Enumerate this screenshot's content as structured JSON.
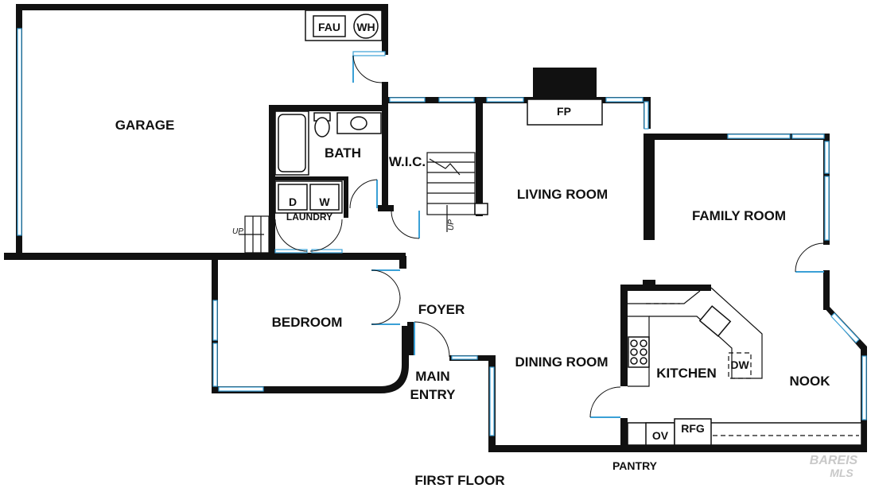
{
  "floor": {
    "title": "FIRST FLOOR"
  },
  "rooms": {
    "garage": "GARAGE",
    "bath": "BATH",
    "laundry": "LAUNDRY",
    "wic": "W.I.C.",
    "living_room": "LIVING ROOM",
    "family_room": "FAMILY ROOM",
    "bedroom": "BEDROOM",
    "foyer": "FOYER",
    "main_entry_line1": "MAIN",
    "main_entry_line2": "ENTRY",
    "dining_room": "DINING ROOM",
    "kitchen": "KITCHEN",
    "nook": "NOOK",
    "pantry": "PANTRY"
  },
  "fixtures": {
    "fau": "FAU",
    "wh": "WH",
    "fp": "FP",
    "dryer": "D",
    "washer": "W",
    "dw": "DW",
    "ov": "OV",
    "rfg": "RFG"
  },
  "stairs": {
    "up_label_1": "UP",
    "up_label_2": "UP"
  },
  "watermark": {
    "line1": "BAREIS",
    "line2": "MLS"
  },
  "colors": {
    "wall": "#111111",
    "window": "#3aa0d6",
    "background": "#ffffff",
    "watermark": "#c9c9c9"
  }
}
